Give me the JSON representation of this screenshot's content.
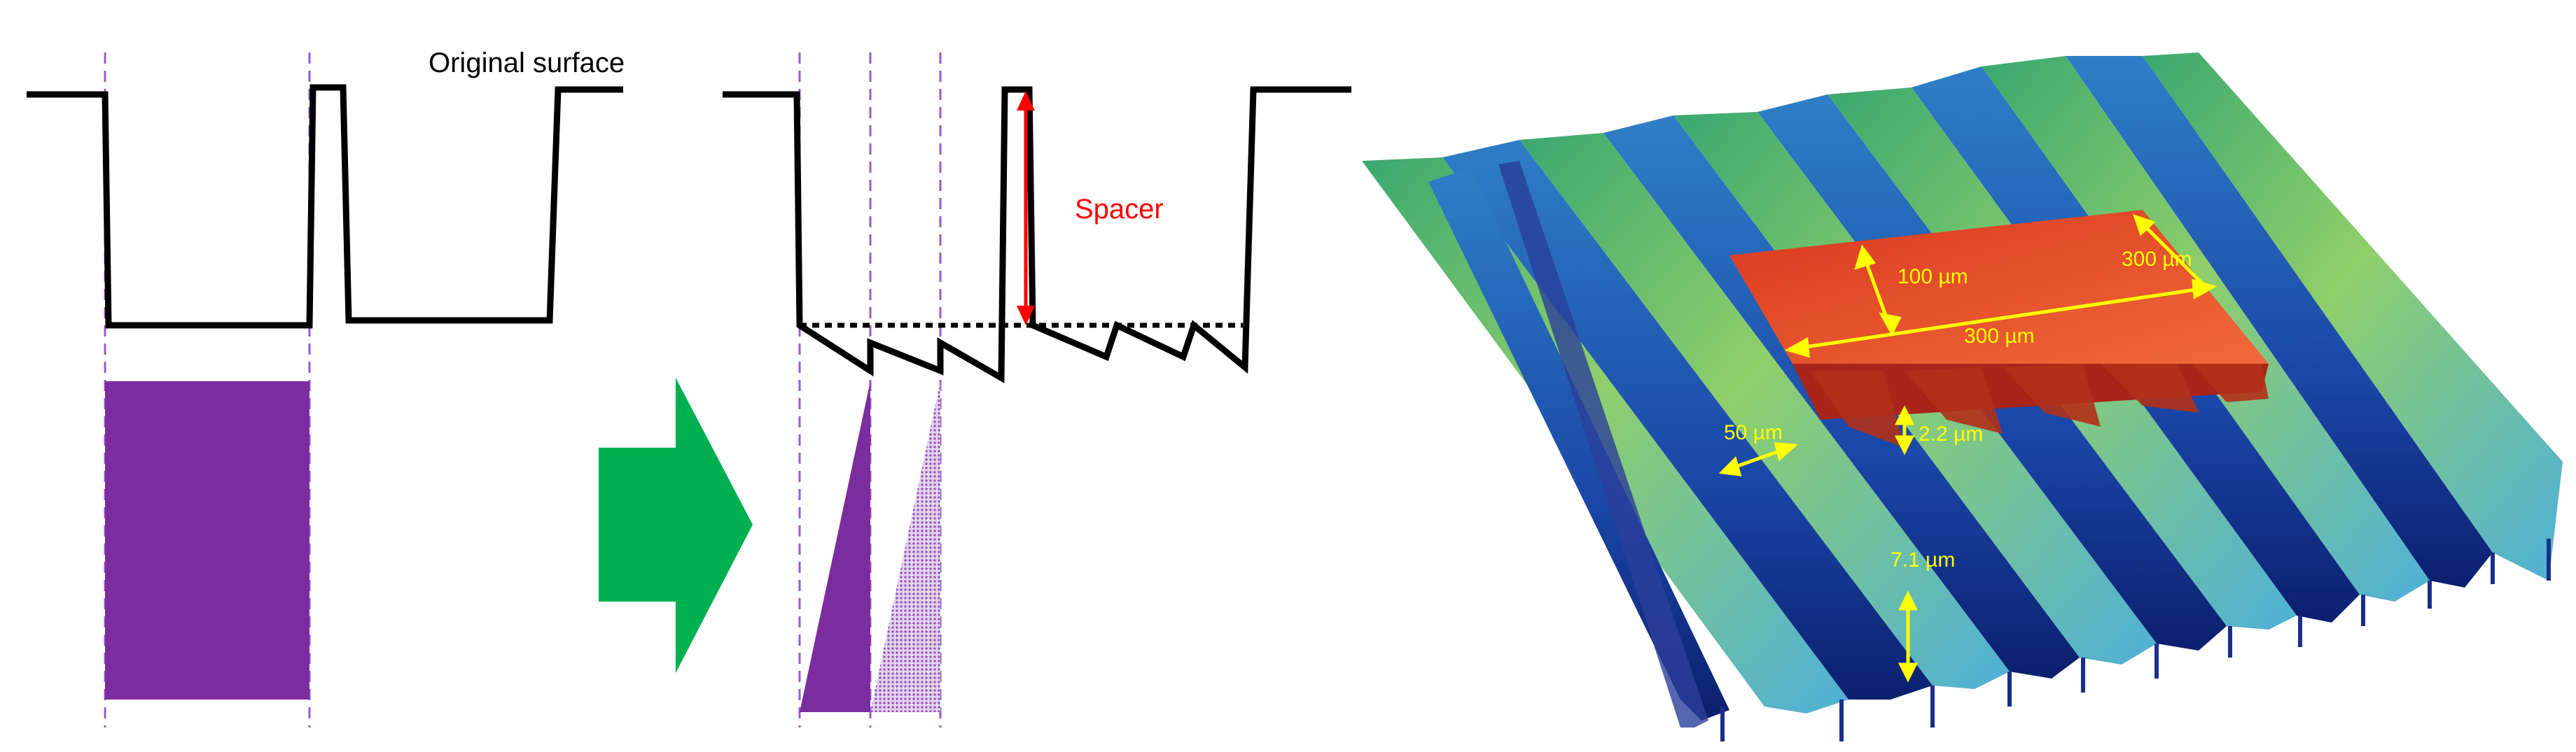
{
  "left_panel": {
    "original_surface_label": "Original surface",
    "spacer_label": "Spacer"
  },
  "right_panel": {
    "dimensions": {
      "d100": "100 µm",
      "d300_side": "300 µm",
      "d300_length": "300 µm",
      "d50": "50 µm",
      "d2_2": "2.2 µm",
      "d7_1": "7.1 µm"
    }
  },
  "colors": {
    "profile": "#000000",
    "guide": "#9b59d0",
    "purple": "#7b2d9f",
    "light_purple": "#c9a6dd",
    "green_arrow": "#00b050",
    "spacer_red": "#ff0000",
    "annotation": "#ffff00",
    "red_plateau": "#e8462a"
  }
}
